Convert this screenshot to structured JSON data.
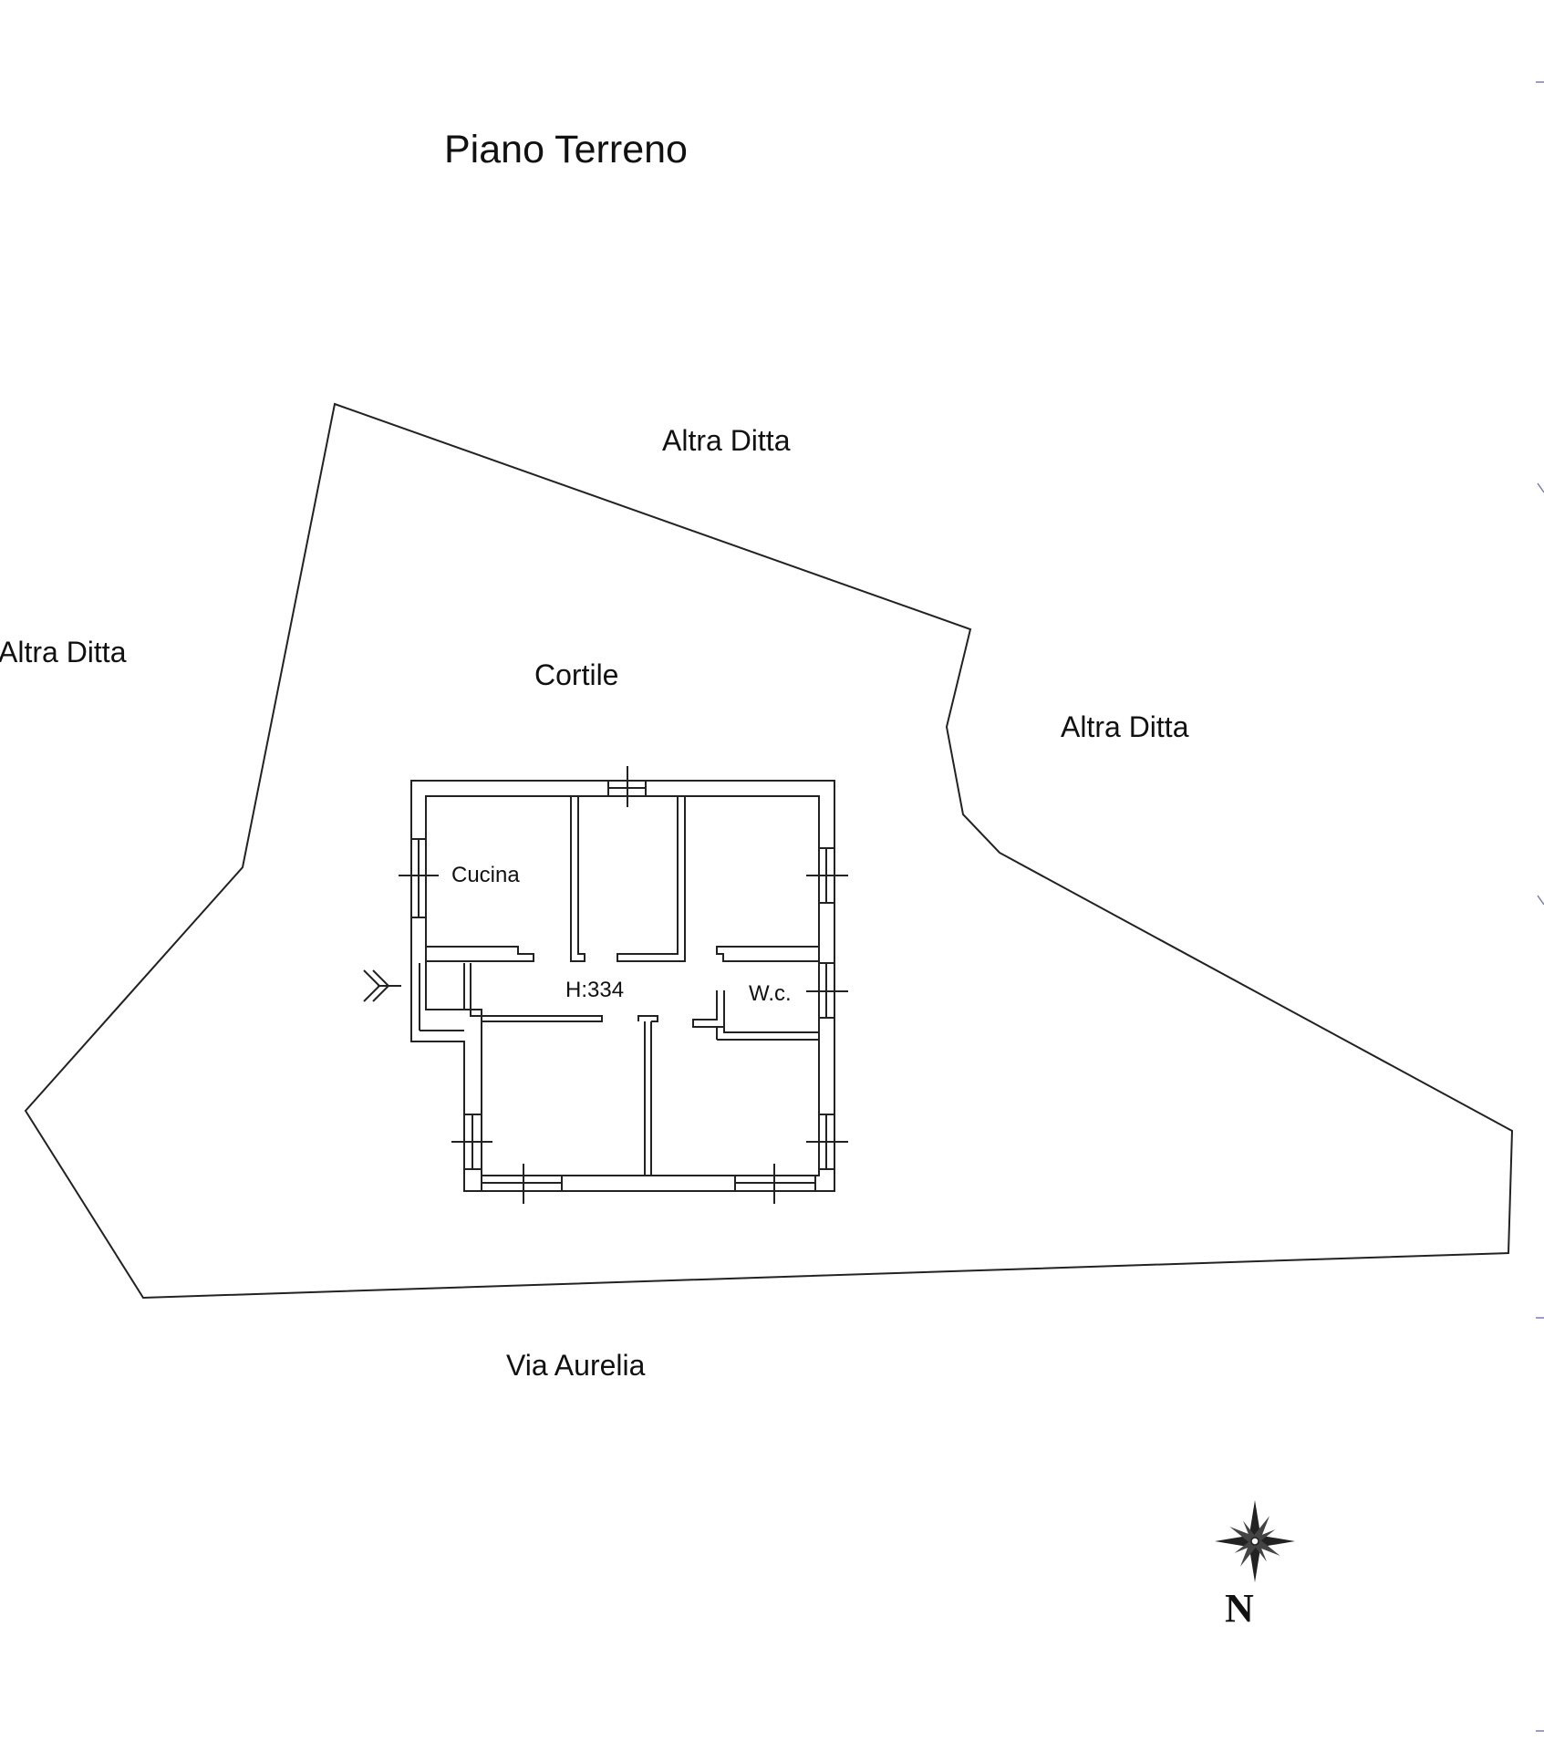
{
  "title": "Piano Terreno",
  "neighbors": {
    "top": "Altra Ditta",
    "left": "Altra Ditta",
    "right": "Altra Ditta"
  },
  "courtyard_label": "Cortile",
  "street_label": "Via Aurelia",
  "rooms": {
    "kitchen": "Cucina",
    "wc": "W.c.",
    "height": "H:334"
  },
  "compass": {
    "north_label": "N",
    "icon": "compass-rose-icon"
  },
  "colors": {
    "lines": "#222222",
    "background": "#ffffff"
  }
}
